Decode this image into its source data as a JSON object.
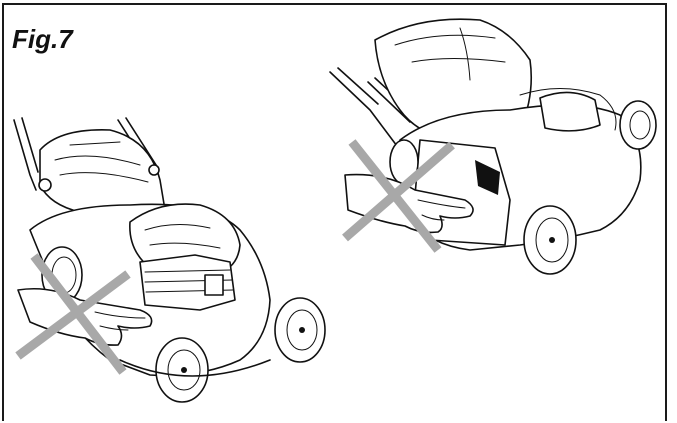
{
  "figure": {
    "label": "Fig.7"
  },
  "illustrations": [
    {
      "name": "mower-engine-side-warning",
      "marker": "prohibited-x",
      "color": "#a8a8a8"
    },
    {
      "name": "mower-discharge-chute-warning",
      "marker": "prohibited-x",
      "color": "#a8a8a8"
    }
  ]
}
